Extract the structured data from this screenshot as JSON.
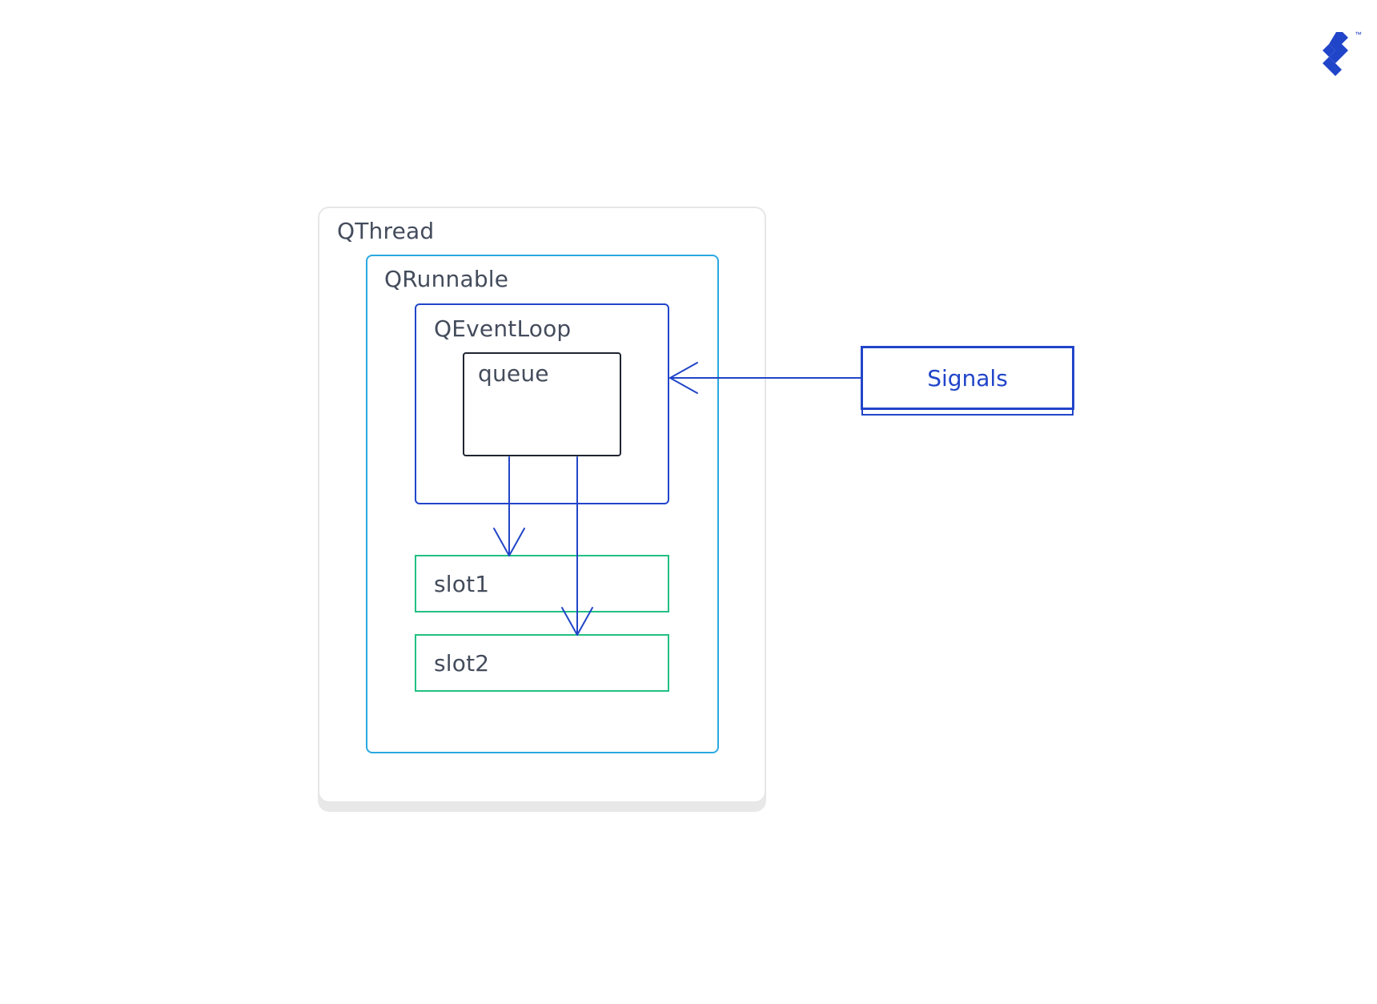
{
  "diagram": {
    "qthread": {
      "label": "QThread"
    },
    "qrunnable": {
      "label": "QRunnable"
    },
    "qeventloop": {
      "label": "QEventLoop"
    },
    "queue": {
      "label": "queue"
    },
    "slot1": {
      "label": "slot1"
    },
    "slot2": {
      "label": "slot2"
    },
    "signals": {
      "label": "Signals"
    }
  },
  "connectors": [
    {
      "from": "signals",
      "to": "qeventloop"
    },
    {
      "from": "queue",
      "to": "slot1"
    },
    {
      "from": "queue",
      "to": "slot2"
    }
  ],
  "brand": {
    "logo_icon": "toptal-logo-icon",
    "trademark": "™"
  },
  "colors": {
    "outer_border": "#e6e6e6",
    "runnable_border": "#2aa8e0",
    "accent_blue": "#2145c9",
    "slot_green": "#22c083",
    "text": "#444c5c",
    "queue_border": "#1f2431"
  }
}
